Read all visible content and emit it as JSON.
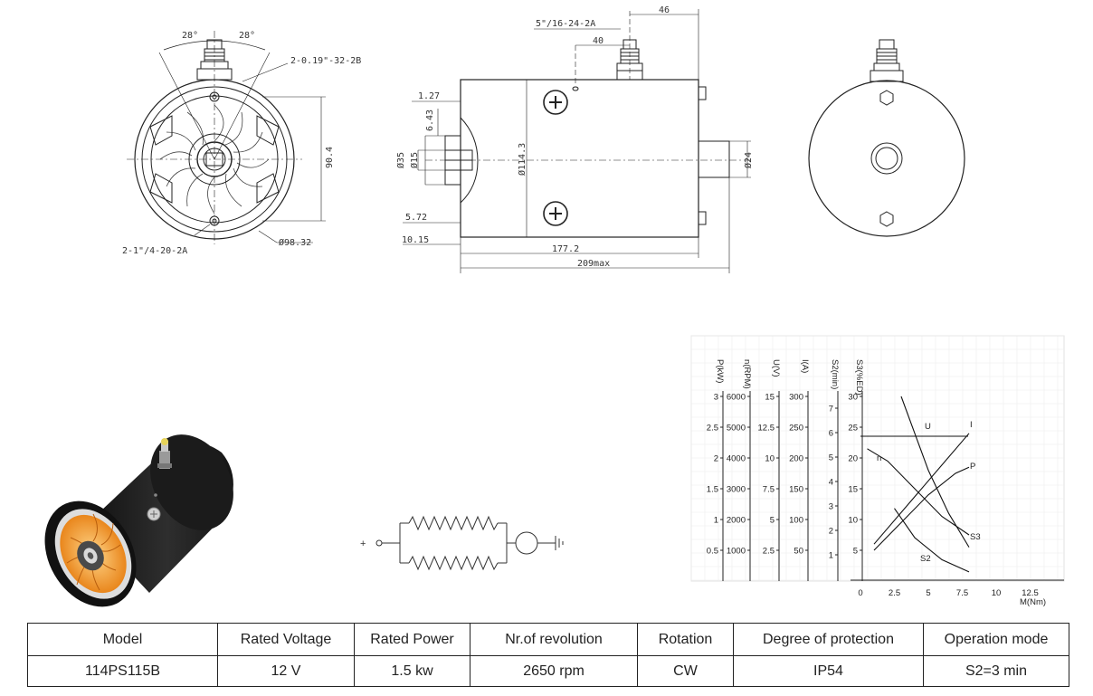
{
  "front_view": {
    "angle_left": "28°",
    "angle_right": "28°",
    "hole_top": "2-0.19\"-32-2B",
    "hole_bottom": "2-1\"/4-20-2A",
    "height_dim": "90.4",
    "diameter": "Ø98.32"
  },
  "side_view": {
    "terminal_thread": "5\"/16-24-2A",
    "dim_46": "46",
    "dim_40": "40",
    "dim_1_27": "1.27",
    "dim_6_43": "6.43",
    "dia_35": "Ø35",
    "dia_15": "Ø15",
    "dia_body": "Ø114.3",
    "dia_24": "Ø24",
    "dim_5_72": "5.72",
    "dim_10_15": "10.15",
    "length_body": "177.2",
    "length_max": "209max"
  },
  "circuit": {
    "plus_label": "+"
  },
  "chart_data": {
    "type": "line",
    "x_axis": {
      "label": "M(Nm)",
      "ticks": [
        "0",
        "2.5",
        "5",
        "7.5",
        "10",
        "12.5"
      ],
      "range": [
        0,
        15
      ]
    },
    "y_axes": [
      {
        "label": "P(kW)",
        "ticks": [
          "3",
          "2.5",
          "2",
          "1.5",
          "1",
          "0.5"
        ]
      },
      {
        "label": "n(RPM)",
        "ticks": [
          "6000",
          "5000",
          "4000",
          "3000",
          "2000",
          "1000"
        ]
      },
      {
        "label": "U(V)",
        "ticks": [
          "15",
          "12.5",
          "10",
          "7.5",
          "5",
          "2.5"
        ]
      },
      {
        "label": "I(A)",
        "ticks": [
          "300",
          "250",
          "200",
          "150",
          "100",
          "50"
        ]
      },
      {
        "label": "S2(min)",
        "ticks": [
          "7",
          "6",
          "5",
          "4",
          "3",
          "2",
          "1"
        ]
      },
      {
        "label": "S3(%ED)",
        "ticks": [
          "30",
          "25",
          "20",
          "15",
          "10",
          "5"
        ]
      }
    ],
    "series": [
      {
        "name": "U",
        "unit_axis": "U(V)",
        "x": [
          0,
          8
        ],
        "y": [
          12.0,
          12.0
        ]
      },
      {
        "name": "I",
        "unit_axis": "I(A)",
        "x": [
          1,
          8
        ],
        "y": [
          60,
          240
        ]
      },
      {
        "name": "n",
        "unit_axis": "n(RPM)",
        "x": [
          0.5,
          2,
          4,
          6,
          8
        ],
        "y": [
          4300,
          3900,
          3000,
          2100,
          1500
        ]
      },
      {
        "name": "P",
        "unit_axis": "P(kW)",
        "x": [
          1,
          3,
          5,
          7,
          8
        ],
        "y": [
          0.5,
          0.95,
          1.4,
          1.75,
          1.85
        ]
      },
      {
        "name": "S3",
        "unit_axis": "S3(%ED)",
        "x": [
          3,
          4,
          5,
          6.5,
          8
        ],
        "y": [
          30,
          24,
          18,
          11,
          5.5
        ]
      },
      {
        "name": "S2",
        "unit_axis": "S2(min)",
        "x": [
          2.5,
          4,
          6,
          8
        ],
        "y": [
          2.9,
          1.7,
          0.8,
          0.3
        ]
      }
    ]
  },
  "spec_table": {
    "headers": [
      "Model",
      "Rated Voltage",
      "Rated Power",
      "Nr.of revolution",
      "Rotation",
      "Degree of protection",
      "Operation mode"
    ],
    "values": [
      "114PS115B",
      "12 V",
      "1.5 kw",
      "2650 rpm",
      "CW",
      "IP54",
      "S2=3 min"
    ]
  }
}
